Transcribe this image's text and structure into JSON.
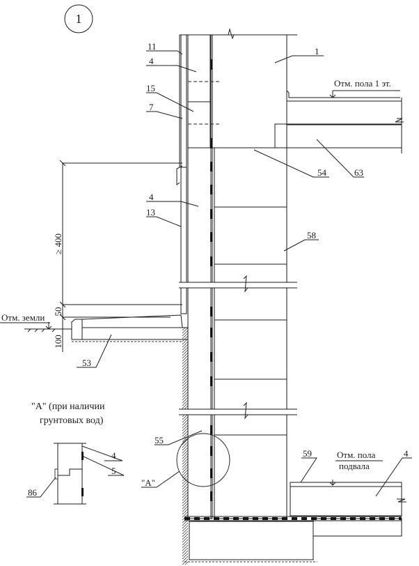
{
  "drawing": {
    "title_number": "1",
    "callouts": {
      "c11": "11",
      "c4_top": "4",
      "c15": "15",
      "c7": "7",
      "c4_mid": "4",
      "c13": "13",
      "c1": "1",
      "c54": "54",
      "c63": "63",
      "c58": "58",
      "c53": "53",
      "c55": "55",
      "c59": "59",
      "c4_floor": "4",
      "cA": "\"A\""
    },
    "levels": {
      "first_floor": "Отм. пола 1 эт.",
      "ground": "Отм. земли",
      "basement_line1": "Отм. пола",
      "basement_line2": "подвала"
    },
    "dimensions": {
      "d400": "≥ 400",
      "d50": "50",
      "d100": "100"
    },
    "detail_A": {
      "title_line1": "\"A\" (при наличии",
      "title_line2": "грунтовых вод)",
      "c4": "4",
      "c5": "5",
      "c86": "86"
    }
  }
}
